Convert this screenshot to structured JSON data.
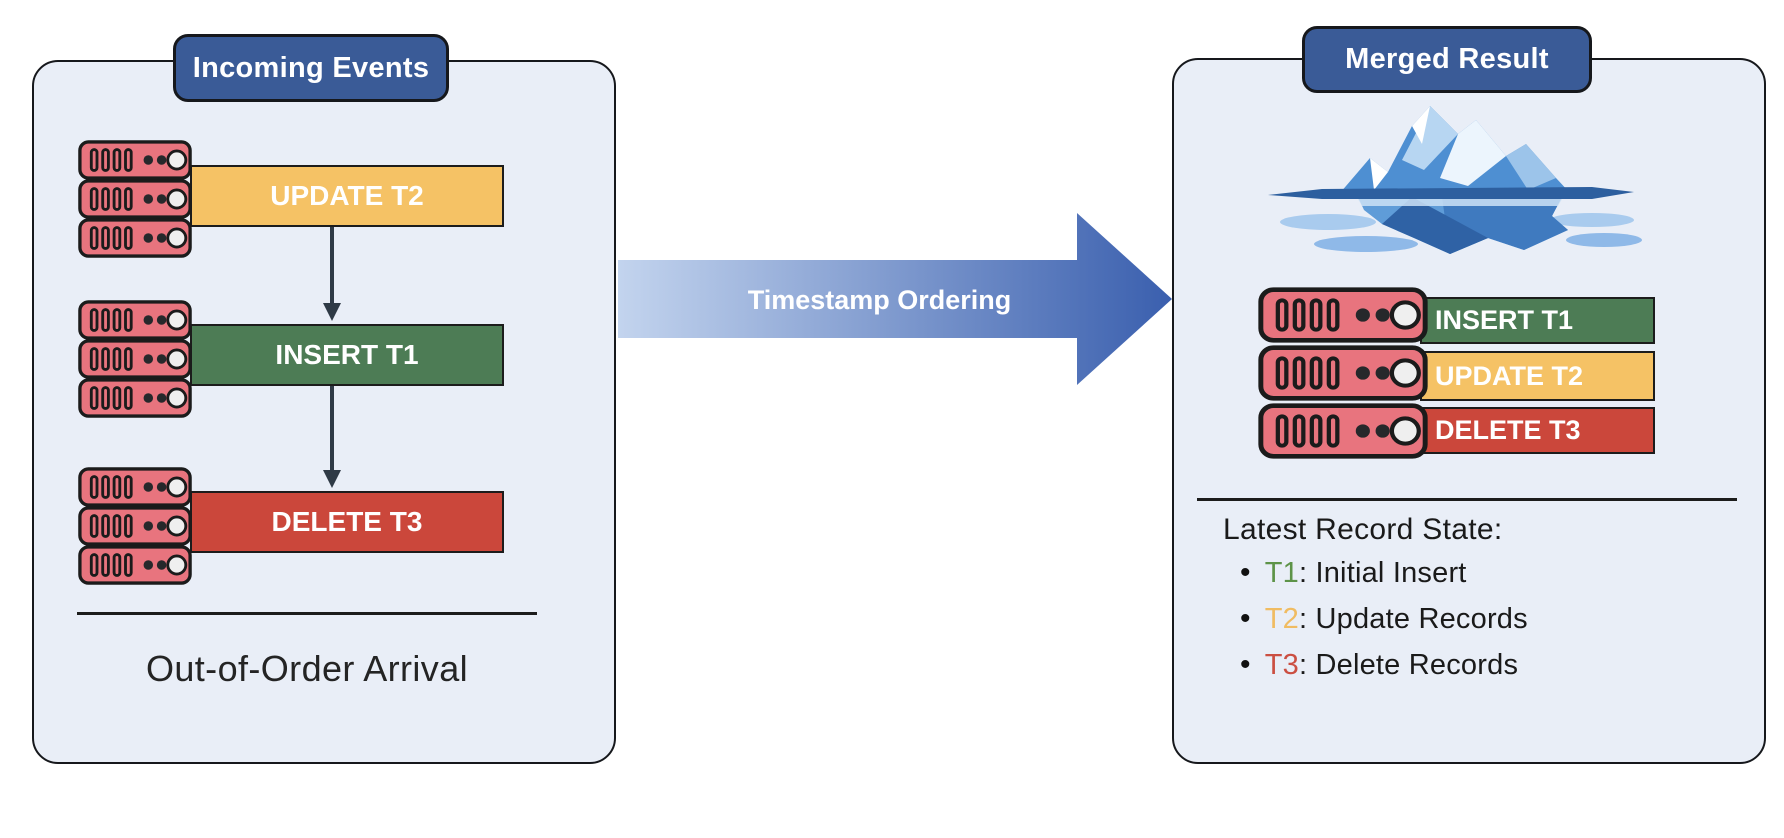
{
  "left_panel": {
    "title": "Incoming Events",
    "caption": "Out-of-Order Arrival",
    "events": [
      {
        "label": "UPDATE T2",
        "color": "#f5c265"
      },
      {
        "label": "INSERT T1",
        "color": "#4d7c55"
      },
      {
        "label": "DELETE T3",
        "color": "#cb473b"
      }
    ]
  },
  "arrow": {
    "label": "Timestamp Ordering",
    "gradient_start": "#c3d4ee",
    "gradient_end": "#3a5fae"
  },
  "right_panel": {
    "title": "Merged Result",
    "iceberg_icon": "iceberg-illustration",
    "events": [
      {
        "label": "INSERT T1",
        "color": "#4d7c55"
      },
      {
        "label": "UPDATE T2",
        "color": "#f5c265"
      },
      {
        "label": "DELETE T3",
        "color": "#cb473b"
      }
    ],
    "state": {
      "heading": "Latest Record State:",
      "bullet": "•",
      "items": [
        {
          "key": "T1",
          "key_color": "#5d9348",
          "desc": ": Initial Insert"
        },
        {
          "key": "T2",
          "key_color": "#f0bc62",
          "desc": ": Update Records"
        },
        {
          "key": "T3",
          "key_color": "#cb4f42",
          "desc": ": Delete Records"
        }
      ]
    }
  },
  "colors": {
    "panel_background": "#e9eef7",
    "panel_border": "#16181c",
    "badge_background": "#3a5b97",
    "server_body": "#e8747e",
    "flow_arrow": "#2f3a46",
    "text": "#1a1a1a"
  }
}
